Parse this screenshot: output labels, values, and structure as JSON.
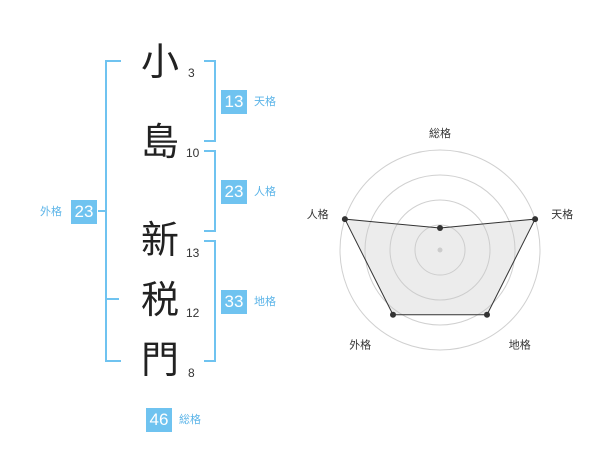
{
  "colors": {
    "accent": "#6fc3f0",
    "label": "#5bb4e8",
    "text": "#222222"
  },
  "name_chars": [
    {
      "char": "小",
      "strokes": "3"
    },
    {
      "char": "島",
      "strokes": "10"
    },
    {
      "char": "新",
      "strokes": "13"
    },
    {
      "char": "税",
      "strokes": "12"
    },
    {
      "char": "門",
      "strokes": "8"
    }
  ],
  "fortunes": {
    "tenkaku": {
      "value": "13",
      "label": "天格"
    },
    "jinkaku": {
      "value": "23",
      "label": "人格"
    },
    "chikaku": {
      "value": "33",
      "label": "地格"
    },
    "gaikaku": {
      "value": "23",
      "label": "外格"
    },
    "soukaku": {
      "value": "46",
      "label": "総格"
    }
  },
  "chart_data": {
    "type": "radar",
    "axes": [
      "総格",
      "天格",
      "地格",
      "外格",
      "人格"
    ],
    "values": [
      0.22,
      1.0,
      0.8,
      0.8,
      1.0
    ],
    "max": 1.0,
    "rings": 4
  }
}
